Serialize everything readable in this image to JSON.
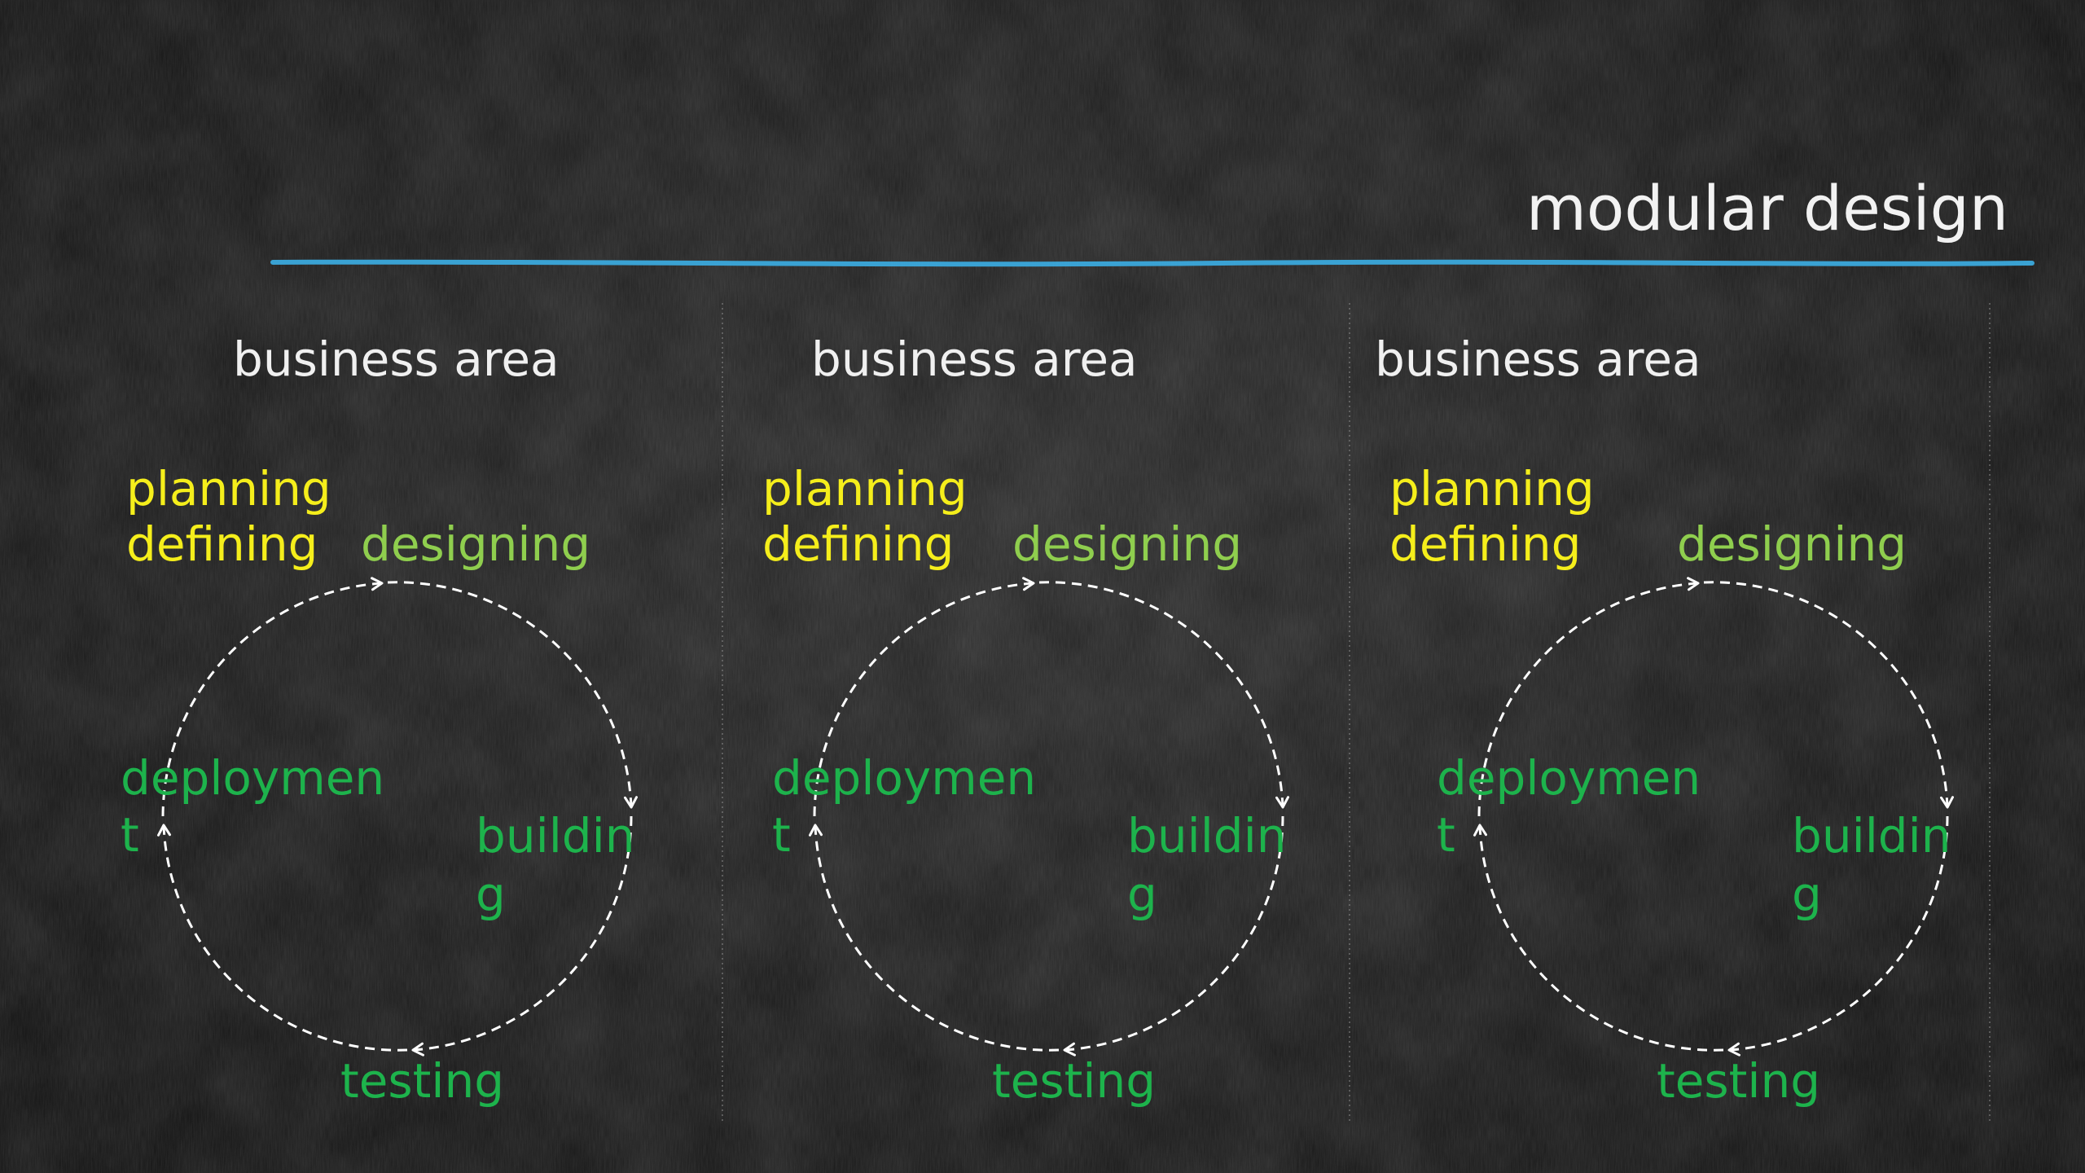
{
  "slide": {
    "title": "modular design",
    "accent_color": "#3ba9dc"
  },
  "modules": [
    {
      "area_title": "business area",
      "cycle": {
        "planning": "planning",
        "defining": "defining",
        "designing": "designing",
        "building_line1": "buildin",
        "building_line2": "g",
        "testing": "testing",
        "deployment_line1": "deploymen",
        "deployment_line2": "t"
      }
    },
    {
      "area_title": "business area",
      "cycle": {
        "planning": "planning",
        "defining": "defining",
        "designing": "designing",
        "building_line1": "buildin",
        "building_line2": "g",
        "testing": "testing",
        "deployment_line1": "deploymen",
        "deployment_line2": "t"
      }
    },
    {
      "area_title": "business area",
      "cycle": {
        "planning": "planning",
        "defining": "defining",
        "designing": "designing",
        "building_line1": "buildin",
        "building_line2": "g",
        "testing": "testing",
        "deployment_line1": "deploymen",
        "deployment_line2": "t"
      }
    }
  ],
  "colors": {
    "planning": "#f5ee1b",
    "designing": "#8fce4e",
    "building": "#1db34c",
    "background": "#1b1b1b"
  }
}
